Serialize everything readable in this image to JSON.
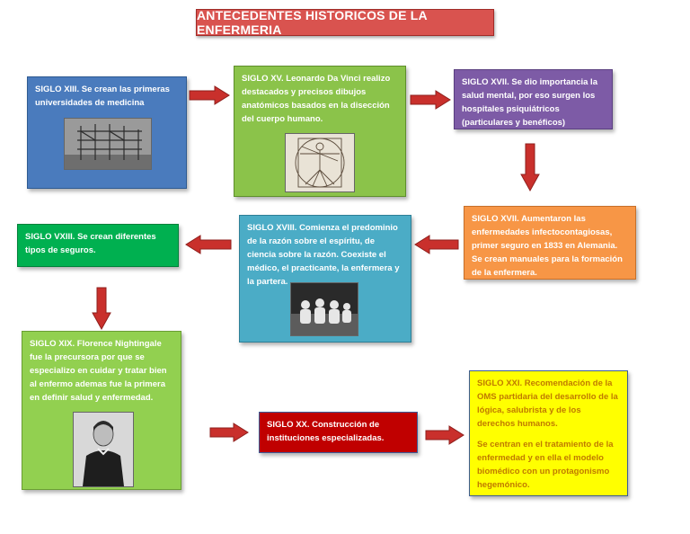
{
  "title": "ANTECEDENTES HISTORICOS DE LA ENFERMERIA",
  "colors": {
    "title_bg": "#d9534f",
    "arrow": "#c9302c",
    "blue": "#4a7bbd",
    "green": "#8bc34a",
    "purple": "#7d5ba6",
    "orange": "#f79646",
    "teal": "#4bacc6",
    "emerald": "#00b050",
    "lime": "#92d050",
    "red": "#c00000",
    "yellow": "#ffff00"
  },
  "boxes": {
    "s13": {
      "text": "SIGLO XIII. Se crean las primeras universidades de medicina",
      "image": "building-construction-photo"
    },
    "s15": {
      "text": "SIGLO XV. Leonardo Da Vinci realizo destacados y precisos dibujos anatómicos basados en la disección del cuerpo humano.",
      "image": "vitruvian-man-drawing"
    },
    "s17a": {
      "text": "SIGLO XVII. Se dio importancia  la salud mental, por eso surgen los hospitales psiquiátricos (particulares y benéficos)"
    },
    "s17b": {
      "text": "SIGLO XVII. Aumentaron las enfermedades infectocontagiosas, primer seguro en 1833 en Alemania. Se crean manuales para la formación de la enfermera."
    },
    "s18": {
      "text": "SIGLO XVIII. Comienza el predominio de la razón sobre el espíritu, de ciencia sobre la razón. Coexiste el médico, el practicante, la enfermera y la partera.",
      "image": "nurses-group-photo"
    },
    "sv18": {
      "text": "SIGLO VXIII. Se crean diferentes tipos de seguros."
    },
    "s19": {
      "text": "SIGLO XIX. Florence Nightingale fue la precursora por que se especializo en cuidar y tratar bien al enfermo ademas fue la primera en definir salud y enfermedad.",
      "image": "florence-nightingale-portrait"
    },
    "s20": {
      "text": "SIGLO XX. Construcción de instituciones especializadas."
    },
    "s21": {
      "text1": "SIGLO XXI. Recomendación de la OMS partidaria del desarrollo de la lógica, salubrista y de los derechos humanos.",
      "text2": "Se centran en el tratamiento de la enfermedad y en ella el modelo biomédico con un protagonismo hegemónico."
    }
  }
}
